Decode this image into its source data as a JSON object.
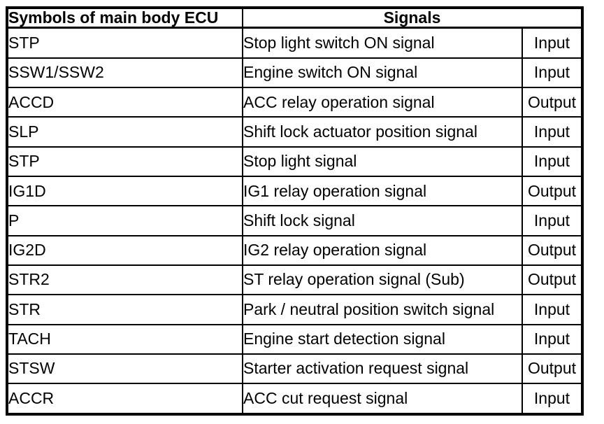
{
  "colors": {
    "border": "#000000",
    "text": "#000000",
    "background": "#ffffff"
  },
  "table": {
    "header": {
      "symbols_label": "Symbols of main body ECU",
      "signals_label": "Signals"
    },
    "rows": [
      {
        "symbol": "STP",
        "signal": "Stop light switch ON signal",
        "direction": "Input"
      },
      {
        "symbol": "SSW1/SSW2",
        "signal": "Engine switch ON signal",
        "direction": "Input"
      },
      {
        "symbol": "ACCD",
        "signal": "ACC relay operation signal",
        "direction": "Output"
      },
      {
        "symbol": "SLP",
        "signal": "Shift lock actuator position signal",
        "direction": "Input"
      },
      {
        "symbol": "STP",
        "signal": "Stop light signal",
        "direction": "Input"
      },
      {
        "symbol": "IG1D",
        "signal": "IG1 relay operation signal",
        "direction": "Output"
      },
      {
        "symbol": "P",
        "signal": "Shift lock signal",
        "direction": "Input"
      },
      {
        "symbol": "IG2D",
        "signal": "IG2 relay operation signal",
        "direction": "Output"
      },
      {
        "symbol": "STR2",
        "signal": "ST relay operation signal (Sub)",
        "direction": "Output"
      },
      {
        "symbol": "STR",
        "signal": "Park / neutral position switch signal",
        "direction": "Input"
      },
      {
        "symbol": "TACH",
        "signal": "Engine start detection signal",
        "direction": "Input"
      },
      {
        "symbol": "STSW",
        "signal": "Starter activation request signal",
        "direction": "Output"
      },
      {
        "symbol": "ACCR",
        "signal": "ACC cut request signal",
        "direction": "Input"
      }
    ]
  }
}
